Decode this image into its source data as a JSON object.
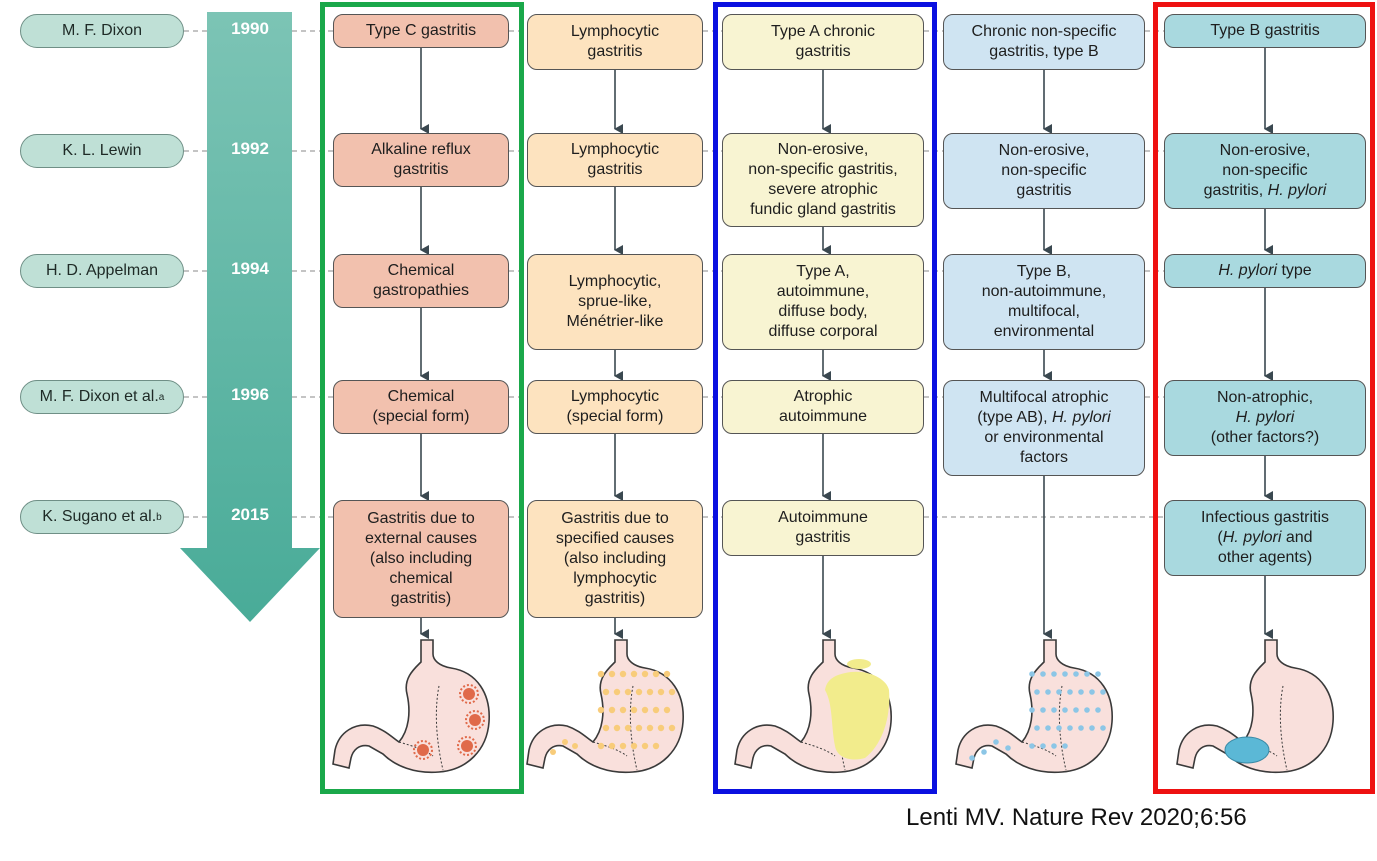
{
  "authors": [
    {
      "name": "M. F. Dixon",
      "sup": ""
    },
    {
      "name": "K. L. Lewin",
      "sup": ""
    },
    {
      "name": "H. D. Appelman",
      "sup": ""
    },
    {
      "name": "M. F. Dixon et al.",
      "sup": "a"
    },
    {
      "name": "K. Sugano et al.",
      "sup": "b"
    }
  ],
  "years": [
    "1990",
    "1992",
    "1994",
    "1996",
    "2015"
  ],
  "columns": [
    {
      "name": "chemical",
      "cells": [
        [
          "Type C gastritis"
        ],
        [
          "Alkaline reflux",
          "gastritis"
        ],
        [
          "Chemical",
          "gastropathies"
        ],
        [
          "Chemical",
          "(special form)"
        ],
        [
          "Gastritis due to",
          "external causes",
          "(also including",
          "chemical",
          "gastritis)"
        ]
      ]
    },
    {
      "name": "lymphocytic",
      "cells": [
        [
          "Lymphocytic",
          "gastritis"
        ],
        [
          "Lymphocytic",
          "gastritis"
        ],
        [
          "Lymphocytic,",
          "sprue-like,",
          "Ménétrier-like"
        ],
        [
          "Lymphocytic",
          "(special form)"
        ],
        [
          "Gastritis due to",
          "specified causes",
          "(also including",
          "lymphocytic",
          "gastritis)"
        ]
      ]
    },
    {
      "name": "autoimmune",
      "cells": [
        [
          "Type A chronic",
          "gastritis"
        ],
        [
          "Non-erosive,",
          "non-specific gastritis,",
          "severe atrophic",
          "fundic gland gastritis"
        ],
        [
          "Type A,",
          "autoimmune,",
          "diffuse body,",
          "diffuse corporal"
        ],
        [
          "Atrophic",
          "autoimmune"
        ],
        [
          "Autoimmune",
          "gastritis"
        ]
      ]
    },
    {
      "name": "multifocal",
      "cells": [
        [
          "Chronic non-specific",
          "gastritis, type B"
        ],
        [
          "Non-erosive,",
          "non-specific",
          "gastritis"
        ],
        [
          "Type B,",
          "non-autoimmune,",
          "multifocal,",
          "environmental"
        ],
        [
          "Multifocal atrophic",
          "(type AB), H. pylori",
          "or environmental",
          "factors"
        ]
      ]
    },
    {
      "name": "hpylori",
      "cells": [
        [
          "Type B gastritis"
        ],
        [
          "Non-erosive,",
          "non-specific",
          "gastritis, H. pylori"
        ],
        [
          "H. pylori type"
        ],
        [
          "Non-atrophic,",
          "H. pylori",
          "(other factors?)"
        ],
        [
          "Infectious gastritis",
          "(H. pylori and",
          "other agents)"
        ]
      ]
    }
  ],
  "colors": {
    "timeline_arrow": "#5fb7a6",
    "author_pill": "#bfe0d6",
    "chemical": "#f2c1ae",
    "lymphocytic": "#fde3bf",
    "autoimmune": "#f8f4d2",
    "multifocal": "#cfe4f2",
    "hpylori": "#a9d9df",
    "highlight_green": "#1aa84a",
    "highlight_blue": "#0a10e0",
    "highlight_red": "#ee1111"
  },
  "citation": "Lenti MV. Nature Rev 2020;6:56"
}
